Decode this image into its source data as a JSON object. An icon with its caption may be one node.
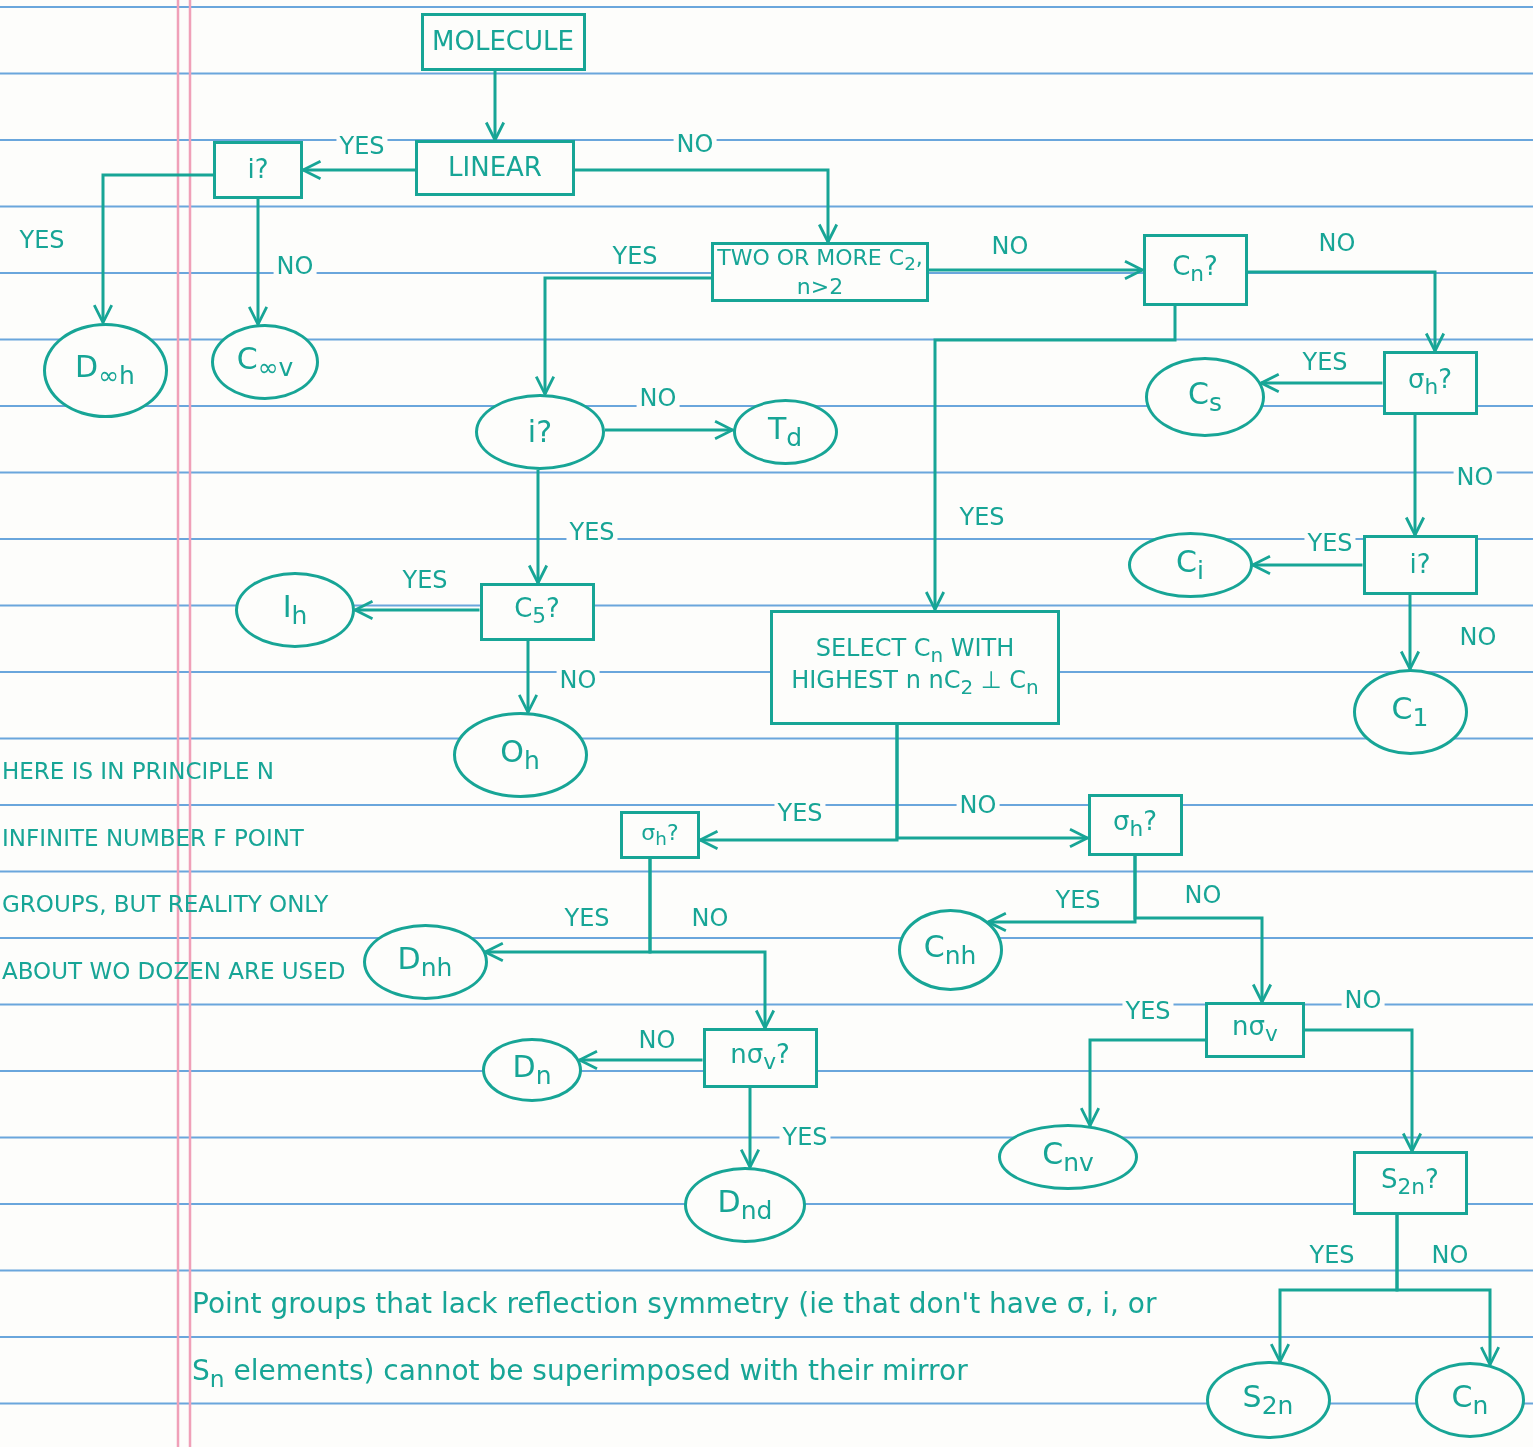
{
  "diagram": {
    "nodes": [
      {
        "text": [
          "MOLECULE"
        ]
      },
      {
        "text": [
          "LINEAR"
        ]
      },
      {
        "text": [
          "i?"
        ]
      },
      {
        "text": [
          "D$_{∞h}$"
        ]
      },
      {
        "text": [
          "C$_{∞v}$"
        ]
      },
      {
        "text": [
          "TWO OR MORE C$_{2}$, n>2"
        ]
      },
      {
        "text": [
          "C$_{n}$?"
        ]
      },
      {
        "text": [
          "i?"
        ]
      },
      {
        "text": [
          "T$_{d}$"
        ]
      },
      {
        "text": [
          "σ$_{h}$?"
        ]
      },
      {
        "text": [
          "C$_{s}$"
        ]
      },
      {
        "text": [
          "C$_{5}$?"
        ]
      },
      {
        "text": [
          "I$_{h}$"
        ]
      },
      {
        "text": [
          "O$_{h}$"
        ]
      },
      {
        "text": [
          "i?"
        ]
      },
      {
        "text": [
          "C$_{i}$"
        ]
      },
      {
        "text": [
          "C$_{1}$"
        ]
      },
      {
        "text": [
          "SELECT C$_{n}$ WITH HIGHEST n nC$_{2}$ ⊥ C$_{n}$"
        ]
      },
      {
        "text": [
          "σ$_{h}$?"
        ]
      },
      {
        "text": [
          "σ$_{h}$?"
        ]
      },
      {
        "text": [
          "D$_{nh}$"
        ]
      },
      {
        "text": [
          "nσ$_{v}$?"
        ]
      },
      {
        "text": [
          "D$_{n}$"
        ]
      },
      {
        "text": [
          "D$_{nd}$"
        ]
      },
      {
        "text": [
          "C$_{nh}$"
        ]
      },
      {
        "text": [
          "nσ$_{v}$"
        ]
      },
      {
        "text": [
          "C$_{nv}$"
        ]
      },
      {
        "text": [
          "S$_{2n}$?"
        ]
      },
      {
        "text": [
          "S$_{2n}$"
        ]
      },
      {
        "text": [
          "C$_{n}$"
        ]
      }
    ],
    "edges": [
      {
        "from": 0,
        "to": 1,
        "arrow": "to"
      },
      {
        "from": 1,
        "to": 2,
        "arrow": "to",
        "label": "YES"
      },
      {
        "from": 1,
        "to": 5,
        "arrow": "to",
        "label": "NO"
      },
      {
        "from": 2,
        "to": 3,
        "arrow": "to",
        "label": "YES"
      },
      {
        "from": 2,
        "to": 4,
        "arrow": "to",
        "label": "NO"
      },
      {
        "from": 5,
        "to": 7,
        "arrow": "to",
        "label": "YES"
      },
      {
        "from": 5,
        "to": 6,
        "arrow": "to",
        "label": "NO"
      },
      {
        "from": 7,
        "to": 8,
        "arrow": "to",
        "label": "NO"
      },
      {
        "from": 7,
        "to": 11,
        "arrow": "to",
        "label": "YES"
      },
      {
        "from": 11,
        "to": 12,
        "arrow": "to",
        "label": "YES"
      },
      {
        "from": 11,
        "to": 13,
        "arrow": "to",
        "label": "NO"
      },
      {
        "from": 6,
        "to": 17,
        "arrow": "to",
        "label": "YES"
      },
      {
        "from": 6,
        "to": 9,
        "arrow": "to",
        "label": "NO"
      },
      {
        "from": 9,
        "to": 10,
        "arrow": "to",
        "label": "YES"
      },
      {
        "from": 9,
        "to": 14,
        "arrow": "to",
        "label": "NO"
      },
      {
        "from": 14,
        "to": 15,
        "arrow": "to",
        "label": "YES"
      },
      {
        "from": 14,
        "to": 16,
        "arrow": "to",
        "label": "NO"
      },
      {
        "from": 17,
        "to": 18,
        "arrow": "to",
        "label": "YES"
      },
      {
        "from": 17,
        "to": 19,
        "arrow": "to",
        "label": "NO"
      },
      {
        "from": 18,
        "to": 20,
        "arrow": "to",
        "label": "YES"
      },
      {
        "from": 18,
        "to": 21,
        "arrow": "to",
        "label": "NO"
      },
      {
        "from": 21,
        "to": 22,
        "arrow": "to",
        "label": "NO"
      },
      {
        "from": 21,
        "to": 23,
        "arrow": "to",
        "label": "YES"
      },
      {
        "from": 19,
        "to": 24,
        "arrow": "to",
        "label": "YES"
      },
      {
        "from": 19,
        "to": 25,
        "arrow": "to",
        "label": "NO"
      },
      {
        "from": 25,
        "to": 26,
        "arrow": "to",
        "label": "YES"
      },
      {
        "from": 25,
        "to": 27,
        "arrow": "to",
        "label": "NO"
      },
      {
        "from": 27,
        "to": 28,
        "arrow": "to",
        "label": "YES"
      },
      {
        "from": 27,
        "to": 29,
        "arrow": "to",
        "label": "NO"
      }
    ],
    "labels": [
      "HERE IS IN PRINCIPLE N INFINITE NUMBER F POINT GROUPS, BUT REALITY ONLY ABOUT WO DOZEN ARE USED",
      "Point groups that lack reflection symmetry (ie that don't have σ, i, or S$_{n}$ elements) cannot be superimposed with their mirror"
    ]
  }
}
